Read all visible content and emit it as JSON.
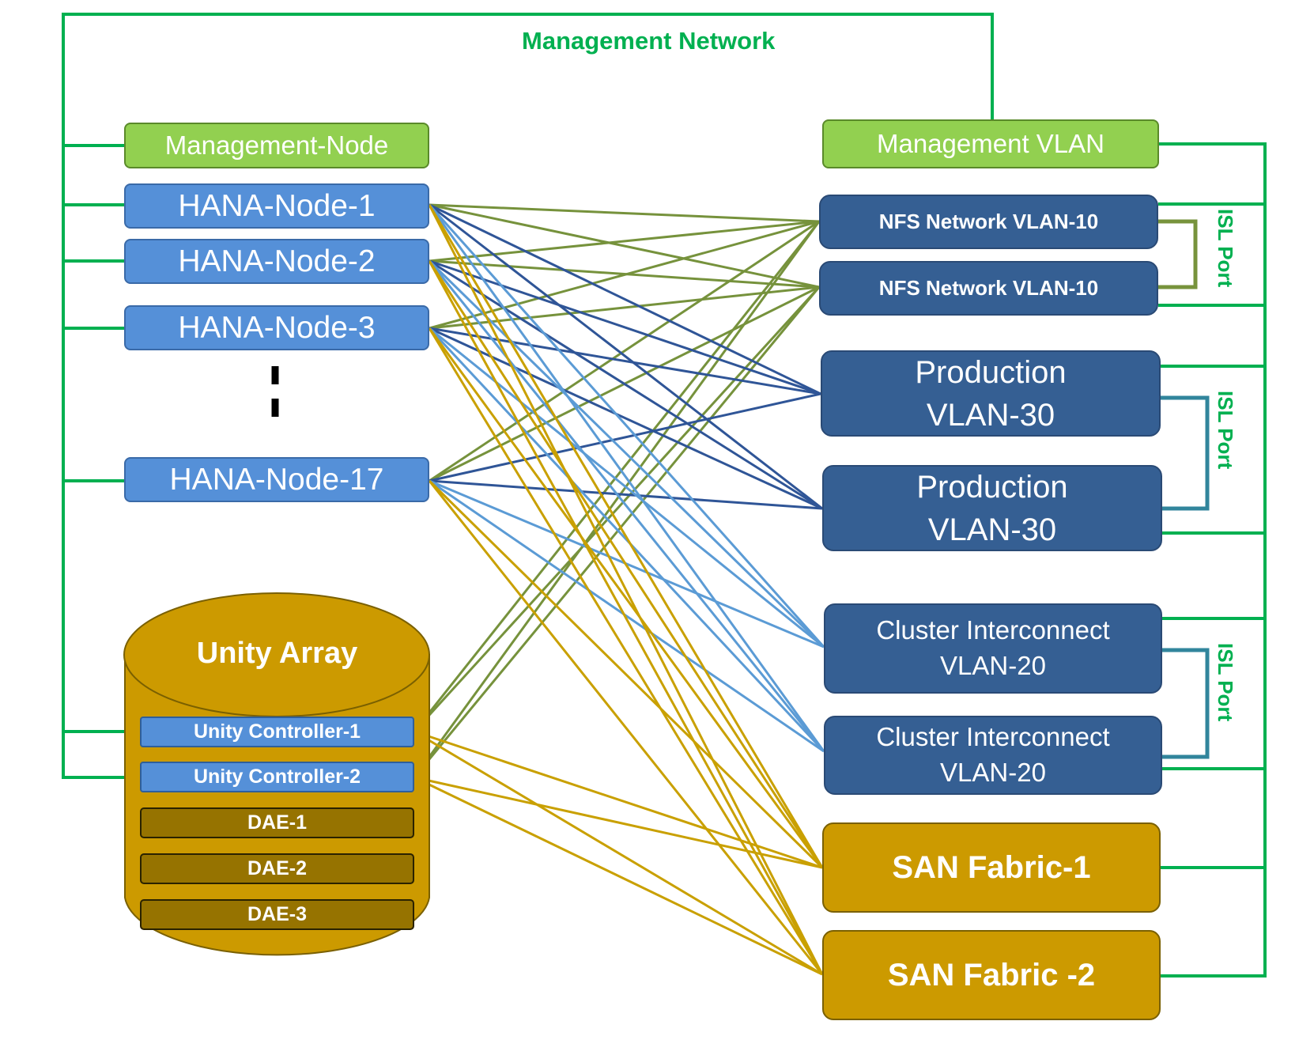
{
  "diagram": {
    "management_network_label": "Management Network",
    "left": {
      "management_node": "Management-Node",
      "hana_nodes": [
        "HANA-Node-1",
        "HANA-Node-2",
        "HANA-Node-3",
        "HANA-Node-17"
      ],
      "storage": {
        "title": "Unity Array",
        "controllers": [
          "Unity Controller-1",
          "Unity Controller-2"
        ],
        "daes": [
          "DAE-1",
          "DAE-2",
          "DAE-3"
        ]
      }
    },
    "right": {
      "management_vlan": "Management  VLAN",
      "nfs_vlans": [
        "NFS Network VLAN-10",
        "NFS Network VLAN-10"
      ],
      "production_vlans": [
        {
          "line1": "Production",
          "line2": "VLAN-30"
        },
        {
          "line1": "Production",
          "line2": "VLAN-30"
        }
      ],
      "cluster_vlans": [
        {
          "line1": "Cluster Interconnect",
          "line2": "VLAN-20"
        },
        {
          "line1": "Cluster Interconnect",
          "line2": "VLAN-20"
        }
      ],
      "san_fabrics": [
        "SAN Fabric-1",
        "SAN Fabric -2"
      ],
      "isl_port_labels": [
        "ISL  Port",
        "ISL  Port",
        "ISL  Port"
      ]
    },
    "colors": {
      "management_green": "#00b050",
      "nfs_link": "#76923c",
      "production_link": "#2f5597",
      "cluster_link": "#5b9bd5",
      "san_link": "#c9a000",
      "isl_nfs": "#77933c",
      "isl_other": "#31859c"
    }
  }
}
